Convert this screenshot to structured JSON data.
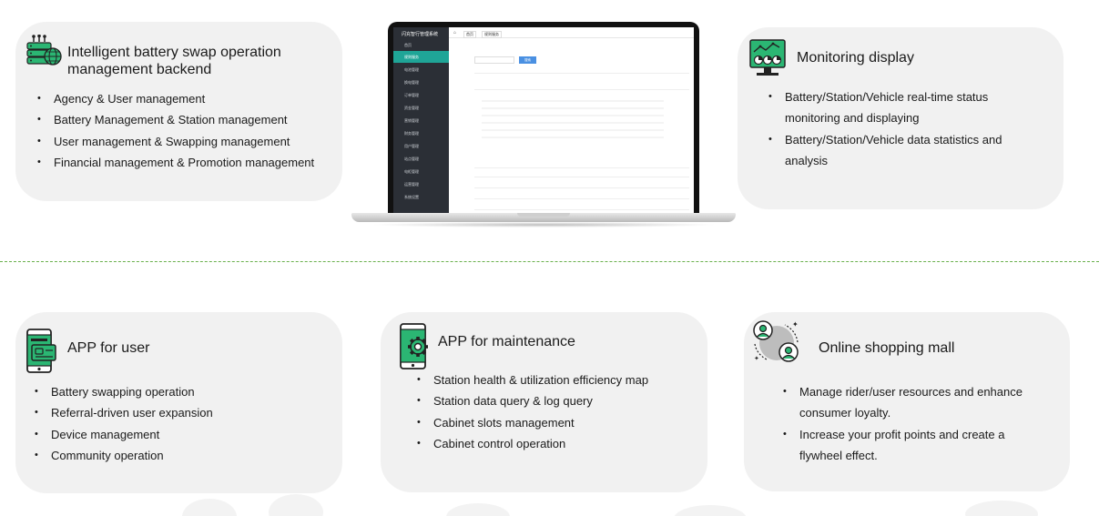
{
  "backend": {
    "title": "Intelligent battery swap operation management backend",
    "items": [
      "Agency & User management",
      "Battery Management & Station management",
      "User management & Swapping management",
      "Financial management & Promotion management"
    ]
  },
  "monitoring": {
    "title": "Monitoring display",
    "items": [
      "Battery/Station/Vehicle real-time status monitoring and displaying",
      "Battery/Station/Vehicle data statistics and analysis"
    ]
  },
  "app_user": {
    "title": "APP for user",
    "items": [
      "Battery swapping operation",
      "Referral-driven user expansion",
      "Device management",
      "Community operation"
    ]
  },
  "app_maintenance": {
    "title": "APP for maintenance",
    "items": [
      "Station health & utilization efficiency map",
      " Station data query & log query",
      "Cabinet slots management",
      "Cabinet control operation"
    ]
  },
  "mall": {
    "title": "Online shopping mall",
    "items": [
      "Manage rider/user resources and enhance consumer loyalty.",
      "Increase your profit points and create a flywheel effect."
    ]
  },
  "laptop_screen": {
    "app_title": "闪充智行管理系统",
    "tabs": [
      "首页",
      "规则服务"
    ],
    "search_button": "搜索",
    "sidebar": [
      "首页",
      "规则服务",
      "电池管理",
      "换电管理",
      "订单管理",
      "资金管理",
      "营销管理",
      "财务管理",
      "用户管理",
      "站点管理",
      "电柜管理",
      "运营管理",
      "系统设置"
    ]
  },
  "colors": {
    "accent": "#22a873",
    "card_bg": "#f1f1f1",
    "divider": "#6ab04c"
  }
}
